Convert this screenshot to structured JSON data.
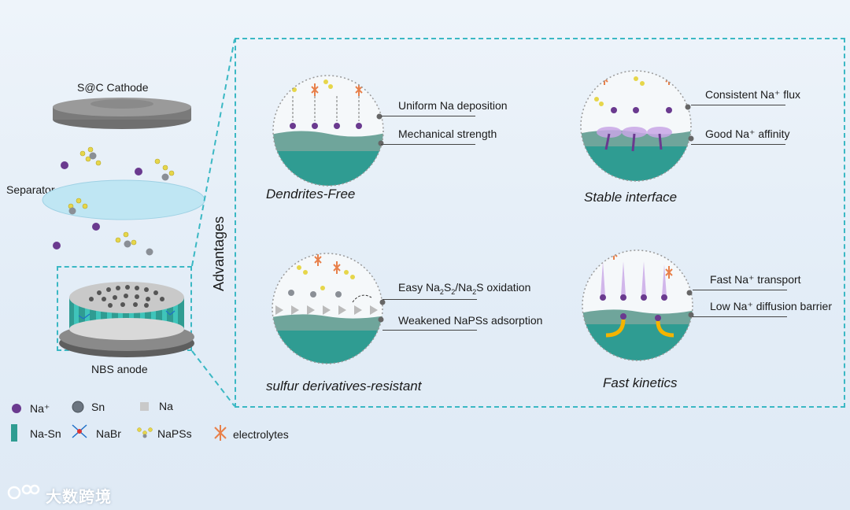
{
  "left": {
    "cathode_label": "S@C Cathode",
    "separator_label": "Separator",
    "anode_label": "NBS anode"
  },
  "advantages_label": "Advantages",
  "panels": [
    {
      "title": "Dendrites-Free",
      "notes": [
        "Uniform Na deposition",
        "Mechanical strength"
      ]
    },
    {
      "title": "Stable interface",
      "notes": [
        "Consistent Na⁺ flux",
        "Good Na⁺ affinity"
      ]
    },
    {
      "title": "sulfur derivatives-resistant",
      "notes_weakened": "Weakened NaPSs adsorption",
      "note_easy_prefix": "Easy Na",
      "note_easy_sub1": "2",
      "note_easy_mid": "S",
      "note_easy_sub2": "2",
      "note_easy_mid2": "/Na",
      "note_easy_sub3": "2",
      "note_easy_suffix": "S oxidation"
    },
    {
      "title": "Fast kinetics",
      "notes": [
        "Fast Na⁺ transport",
        "Low Na⁺ diffusion barrier"
      ]
    }
  ],
  "legend": {
    "na_plus": "Na⁺",
    "sn": "Sn",
    "na": "Na",
    "na_sn": "Na-Sn",
    "nabr": "NaBr",
    "napss": "NaPSs",
    "electrolytes": "electrolytes"
  },
  "watermark": "大数跨境",
  "colors": {
    "teal": "#3bb8c4",
    "na_ion": "#6a3a8f",
    "sn_gray": "#7f8a94",
    "sulfur_yellow": "#e6d64a",
    "electrolyte_orange": "#e8804a",
    "substrate": "#2f9c92"
  }
}
